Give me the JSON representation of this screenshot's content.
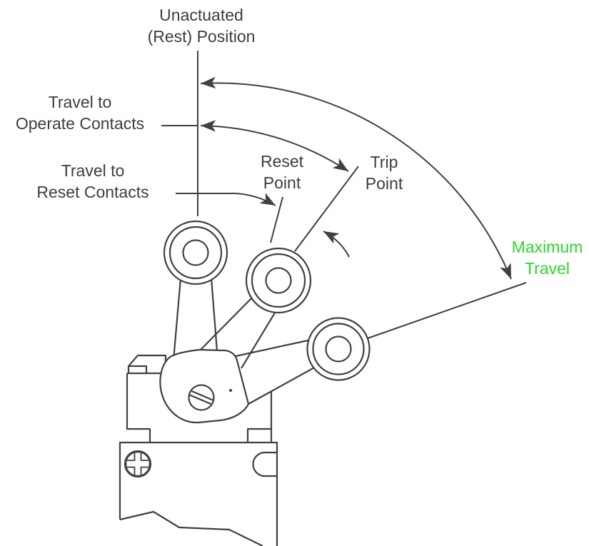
{
  "diagram": {
    "kind": "limit-switch-lever-travel-diagram",
    "labels": {
      "unactuated": {
        "line1": "Unactuated",
        "line2": "(Rest) Position"
      },
      "travel_operate": {
        "line1": "Travel to",
        "line2": "Operate Contacts"
      },
      "travel_reset": {
        "line1": "Travel to",
        "line2": "Reset Contacts"
      },
      "reset_point": {
        "line1": "Reset",
        "line2": "Point"
      },
      "trip_point": {
        "line1": "Trip",
        "line2": "Point"
      },
      "maximum_travel": {
        "line1": "Maximum",
        "line2": "Travel"
      }
    },
    "colors": {
      "line": "#404040",
      "text": "#3d3d3d",
      "maximum_travel_green": "#2fd52f",
      "background": "#ffffff"
    }
  }
}
